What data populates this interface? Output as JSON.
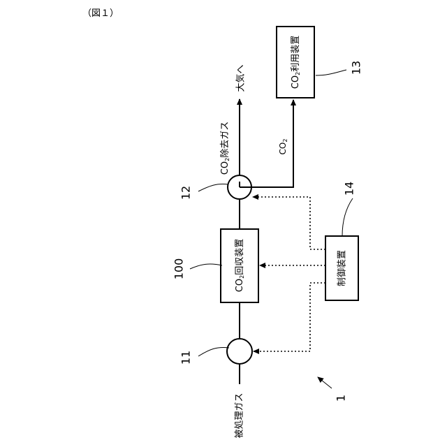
{
  "figure_label": "（図１）",
  "labels": {
    "input_gas": "被処理ガス",
    "output_gas_prefix": "CO",
    "output_gas_sub": "2",
    "output_gas_suffix": "除去ガス",
    "atmosphere": "大気へ",
    "co2_prefix": "CO",
    "co2_sub": "2"
  },
  "boxes": {
    "recovery": {
      "prefix": "CO",
      "sub": "2",
      "suffix": "回収装置"
    },
    "utilization": {
      "prefix": "CO",
      "sub": "2",
      "suffix": "利用装置"
    },
    "controller": {
      "text": "制御装置"
    }
  },
  "refs": {
    "system": "1",
    "valve_in": "11",
    "valve_out": "12",
    "recovery": "100",
    "utilization": "13",
    "controller": "14"
  }
}
